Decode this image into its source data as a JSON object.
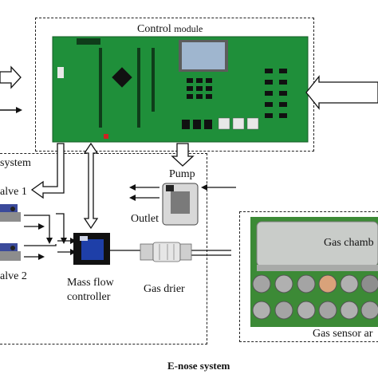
{
  "labels": {
    "control_module_main": "Control",
    "control_module_sub": "module",
    "system_fragment": "system",
    "valve_1": "alve 1",
    "valve_2": "alve 2",
    "pump": "Pump",
    "outlet": "Outlet",
    "mass_flow_line1": "Mass flow",
    "mass_flow_line2": "controller",
    "gas_drier": "Gas drier",
    "gas_chamber": "Gas chamb",
    "gas_sensor_array": "Gas sensor ar",
    "caption": "E-nose system"
  },
  "colors": {
    "pcb_green": "#1f8f3a",
    "pcb_dark": "#145c26",
    "sensor_bg": "#3c8a36",
    "blue_device": "#1e3fa8"
  }
}
